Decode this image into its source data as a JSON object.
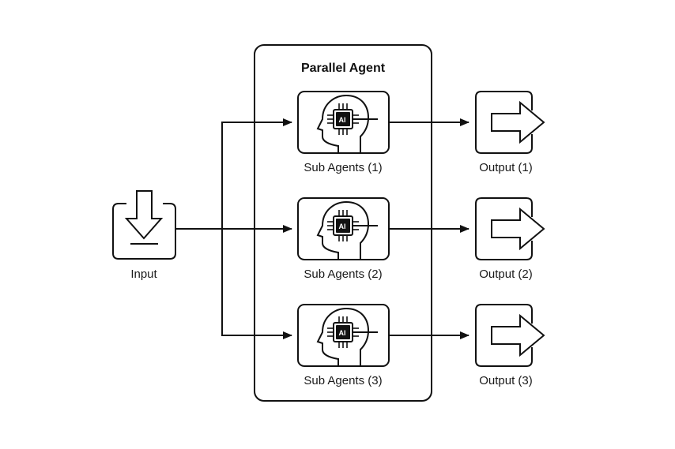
{
  "diagram": {
    "container": {
      "title": "Parallel Agent"
    },
    "input": {
      "label": "Input",
      "icon": "download-arrow-icon"
    },
    "sub_agents": [
      {
        "label": "Sub Agents (1)",
        "icon": "ai-head-chip-icon",
        "chip_text": "AI"
      },
      {
        "label": "Sub Agents (2)",
        "icon": "ai-head-chip-icon",
        "chip_text": "AI"
      },
      {
        "label": "Sub Agents (3)",
        "icon": "ai-head-chip-icon",
        "chip_text": "AI"
      }
    ],
    "outputs": [
      {
        "label": "Output (1)",
        "icon": "right-arrow-icon"
      },
      {
        "label": "Output (2)",
        "icon": "right-arrow-icon"
      },
      {
        "label": "Output (3)",
        "icon": "right-arrow-icon"
      }
    ],
    "edges": [
      {
        "from": "Input",
        "to": "Sub Agents (1)"
      },
      {
        "from": "Input",
        "to": "Sub Agents (2)"
      },
      {
        "from": "Input",
        "to": "Sub Agents (3)"
      },
      {
        "from": "Sub Agents (1)",
        "to": "Output (1)"
      },
      {
        "from": "Sub Agents (2)",
        "to": "Output (2)"
      },
      {
        "from": "Sub Agents (3)",
        "to": "Output (3)"
      }
    ]
  }
}
